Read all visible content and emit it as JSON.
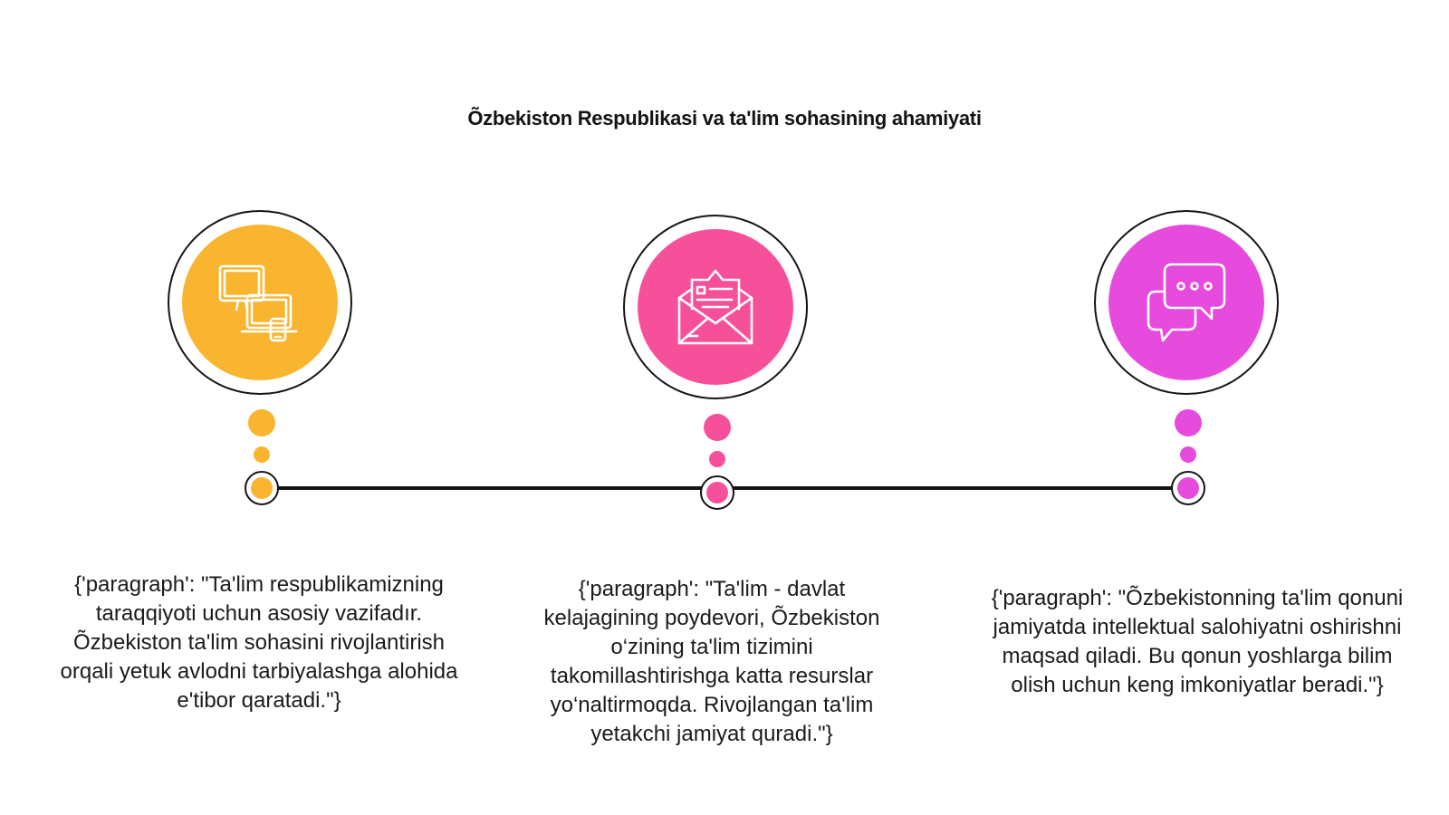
{
  "title": "Õzbekiston Respublikasi va ta'lim sohasining ahamiyati",
  "steps": [
    {
      "color": "#F9B52F",
      "icon": "devices-icon",
      "text": "{'paragraph': \"Ta'lim respublikamizning taraqqiyoti uchun asosiy vazifadır. Õzbekiston ta'lim sohasini rivojlantirish orqali yetuk avlodni tarbiyalashga alohida e'tibor qaratadi.\"}"
    },
    {
      "color": "#F7509A",
      "icon": "envelope-icon",
      "text": "{'paragraph': \"Ta'lim - davlat kelajagining poydevori, Õzbekiston o‘zining ta'lim tizimini takomillashtirishga katta resurslar yo‘naltirmoqda. Rivojlangan ta'lim yetakchi jamiyat quradi.\"}"
    },
    {
      "color": "#E64BDE",
      "icon": "chat-bubbles-icon",
      "text": "{'paragraph': \"Õzbekistonning ta'lim qonuni jamiyatda intellektual salohiyatni oshirishni maqsad qiladi. Bu qonun yoshlarga bilim olish uchun keng imkoniyatlar beradi.\"}"
    }
  ]
}
